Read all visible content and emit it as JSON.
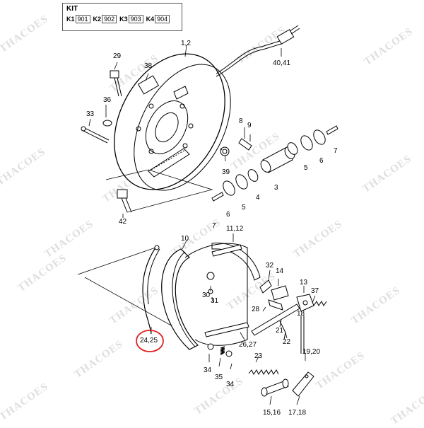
{
  "kit": {
    "title": "KIT",
    "items": [
      {
        "key": "K1",
        "value": "901"
      },
      {
        "key": "K2",
        "value": "902"
      },
      {
        "key": "K3",
        "value": "903"
      },
      {
        "key": "K4",
        "value": "904"
      }
    ]
  },
  "watermark": "THACOES",
  "highlight_color": "#e02020",
  "labels": {
    "l1_2": "1,2",
    "l40_41": "40,41",
    "l29": "29",
    "l38": "38",
    "l36": "36",
    "l33": "33",
    "l8": "8",
    "l9": "9",
    "l39": "39",
    "l42": "42",
    "l7": "7",
    "l5a": "5",
    "l6a": "6",
    "l3": "3",
    "l4": "4",
    "l5b": "5",
    "l6b": "6",
    "l7b": "7",
    "l10": "10",
    "l11_12": "11,12",
    "l32": "32",
    "l14": "14",
    "l13": "13",
    "l37": "37",
    "l30": "30",
    "l31": "31",
    "l28": "28",
    "l18": "18",
    "l21": "21",
    "l22": "22",
    "l26_27": "26,27",
    "l24_25": "24,25",
    "l23": "23",
    "l19_20": "19,20",
    "l34": "34",
    "l35": "35",
    "l34b": "34",
    "l15_16": "15,16",
    "l17_18": "17,18"
  }
}
